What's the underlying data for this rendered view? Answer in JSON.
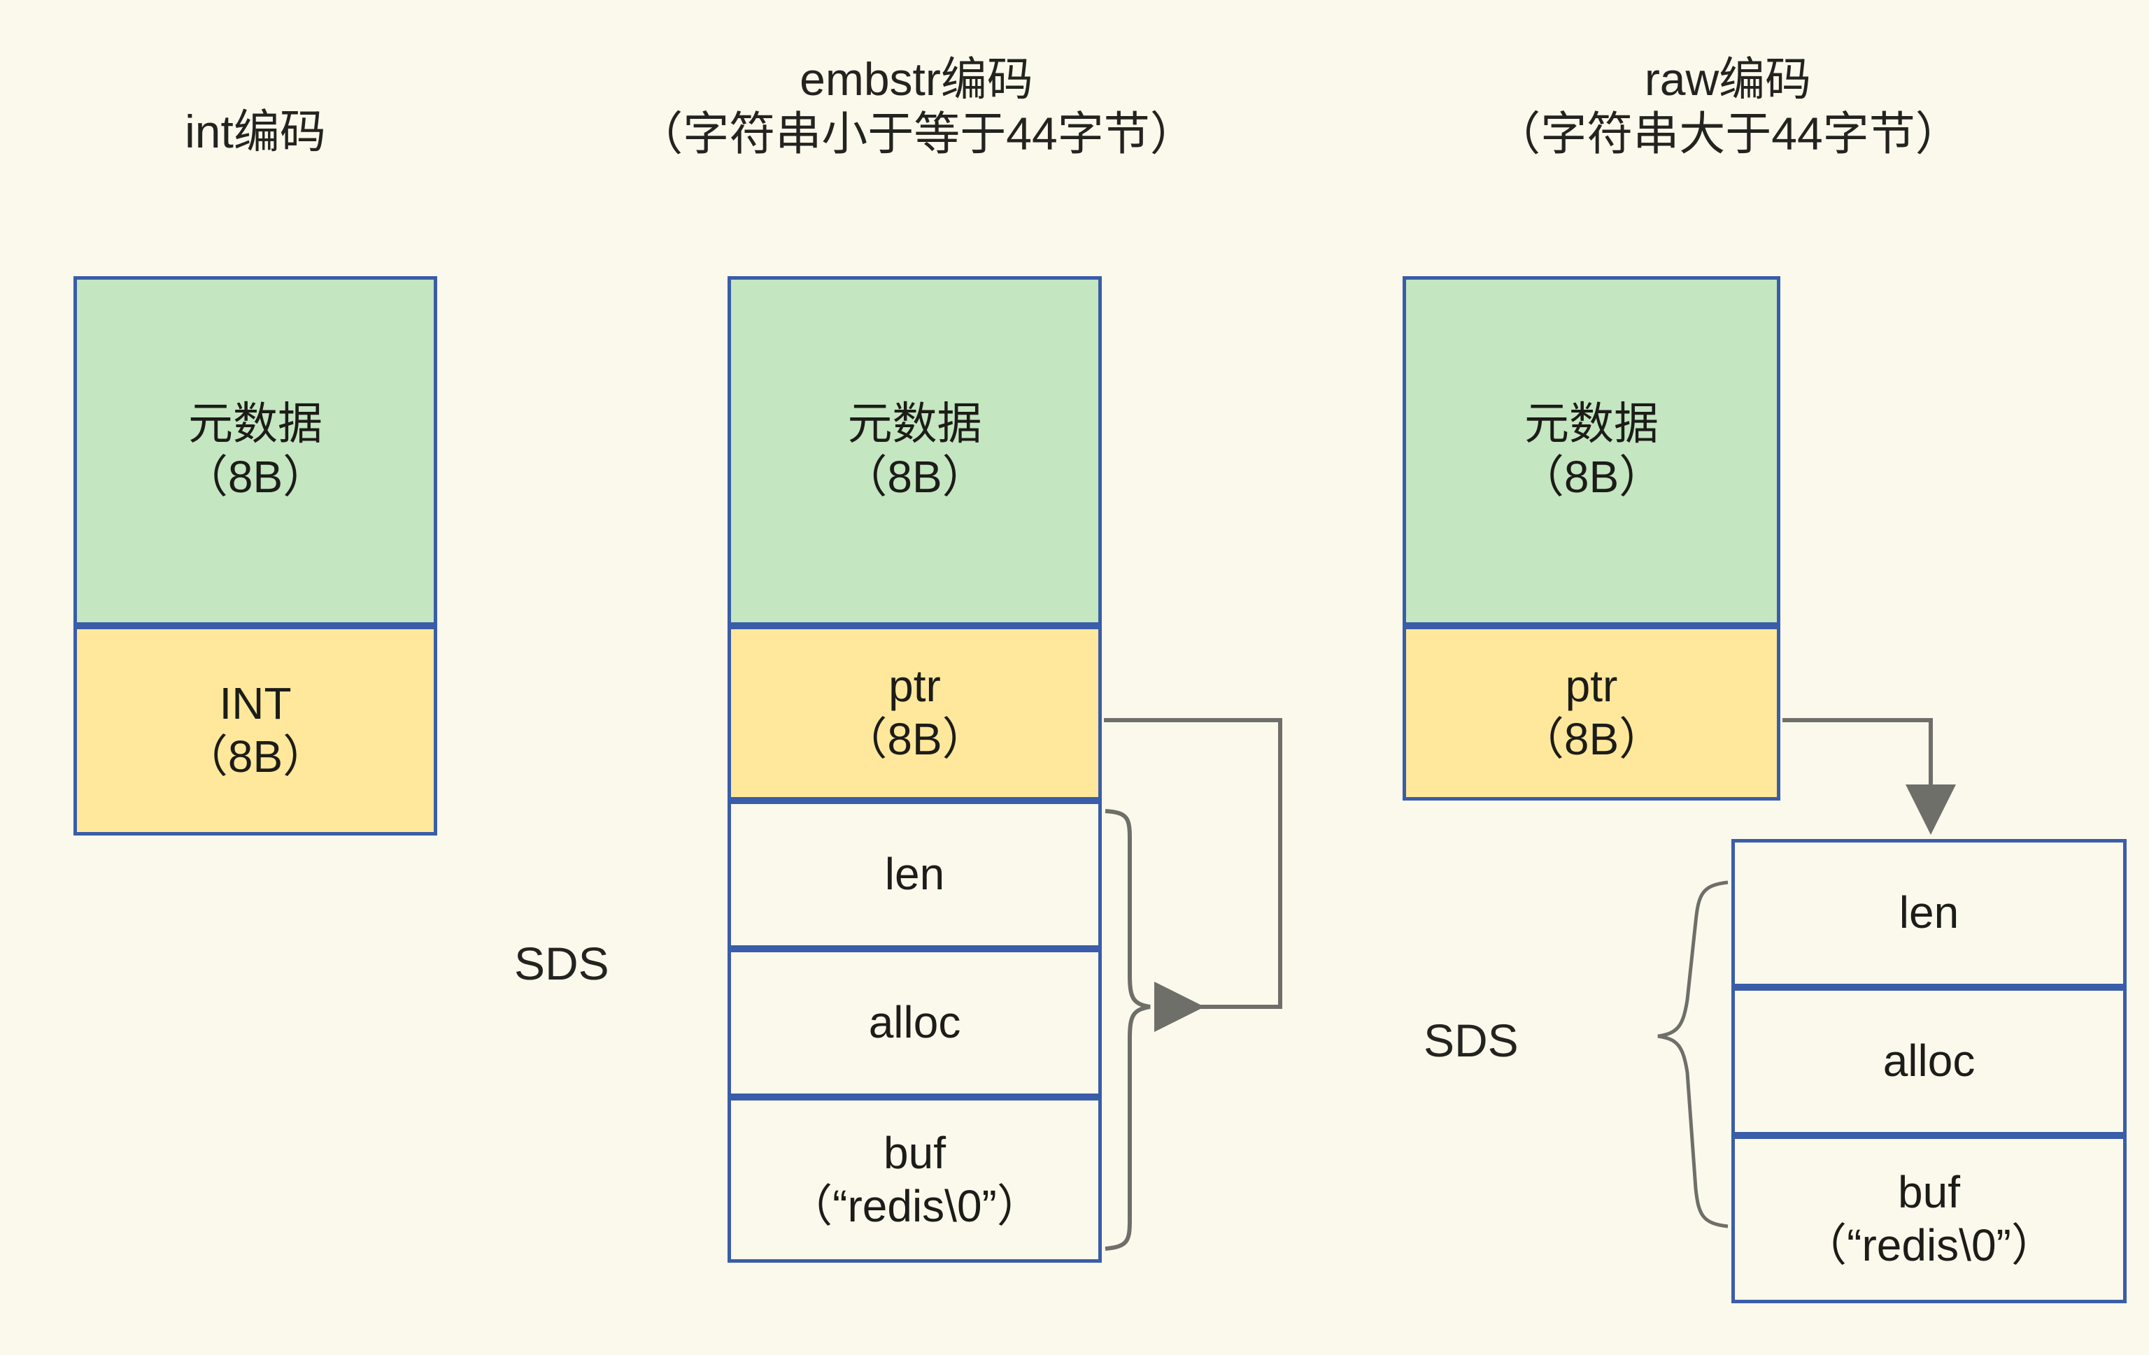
{
  "background_color": "#fbf9ec",
  "palette": {
    "metadata_fill": "#c4e6c1",
    "pointer_fill": "#ffe89b",
    "plain_fill": "#fbf9ec",
    "border": "#3a5da9",
    "connector": "#6f6f6a",
    "text": "#23231f"
  },
  "headings": {
    "int": {
      "line1": "int编码"
    },
    "embstr": {
      "line1": "embstr编码",
      "line2": "（字符串小于等于44字节）"
    },
    "raw": {
      "line1": "raw编码",
      "line2": "（字符串大于44字节）"
    }
  },
  "columns": {
    "int": {
      "boxes": [
        {
          "name": "metadata",
          "line1": "元数据",
          "line2": "（8B）",
          "fill": "metadata_fill"
        },
        {
          "name": "int-value",
          "line1": "INT",
          "line2": "（8B）",
          "fill": "pointer_fill"
        }
      ]
    },
    "embstr": {
      "sds_label": "SDS",
      "boxes": [
        {
          "name": "metadata",
          "line1": "元数据",
          "line2": "（8B）",
          "fill": "metadata_fill"
        },
        {
          "name": "ptr",
          "line1": "ptr",
          "line2": "（8B）",
          "fill": "pointer_fill"
        },
        {
          "name": "len",
          "line1": "len",
          "line2": "",
          "fill": "plain_fill"
        },
        {
          "name": "alloc",
          "line1": "alloc",
          "line2": "",
          "fill": "plain_fill"
        },
        {
          "name": "buf",
          "line1": "buf",
          "line2": "（“redis\\0”）",
          "fill": "plain_fill"
        }
      ]
    },
    "raw": {
      "sds_label": "SDS",
      "object_boxes": [
        {
          "name": "metadata",
          "line1": "元数据",
          "line2": "（8B）",
          "fill": "metadata_fill"
        },
        {
          "name": "ptr",
          "line1": "ptr",
          "line2": "（8B）",
          "fill": "pointer_fill"
        }
      ],
      "sds_boxes": [
        {
          "name": "len",
          "line1": "len",
          "line2": "",
          "fill": "plain_fill"
        },
        {
          "name": "alloc",
          "line1": "alloc",
          "line2": "",
          "fill": "plain_fill"
        },
        {
          "name": "buf",
          "line1": "buf",
          "line2": "（“redis\\0”）",
          "fill": "plain_fill"
        }
      ]
    }
  },
  "connectors": [
    {
      "name": "embstr-ptr-to-sds",
      "from": "embstr.ptr",
      "to": "embstr.sds-group",
      "style": "elbow-arrow-left"
    },
    {
      "name": "embstr-sds-brace",
      "covers": [
        "len",
        "alloc",
        "buf"
      ],
      "style": "right-brace"
    },
    {
      "name": "raw-ptr-to-sds",
      "from": "raw.ptr",
      "to": "raw.sds-box-top",
      "style": "elbow-arrow-down"
    },
    {
      "name": "raw-sds-brace",
      "covers": [
        "len",
        "alloc",
        "buf"
      ],
      "style": "left-brace"
    }
  ]
}
